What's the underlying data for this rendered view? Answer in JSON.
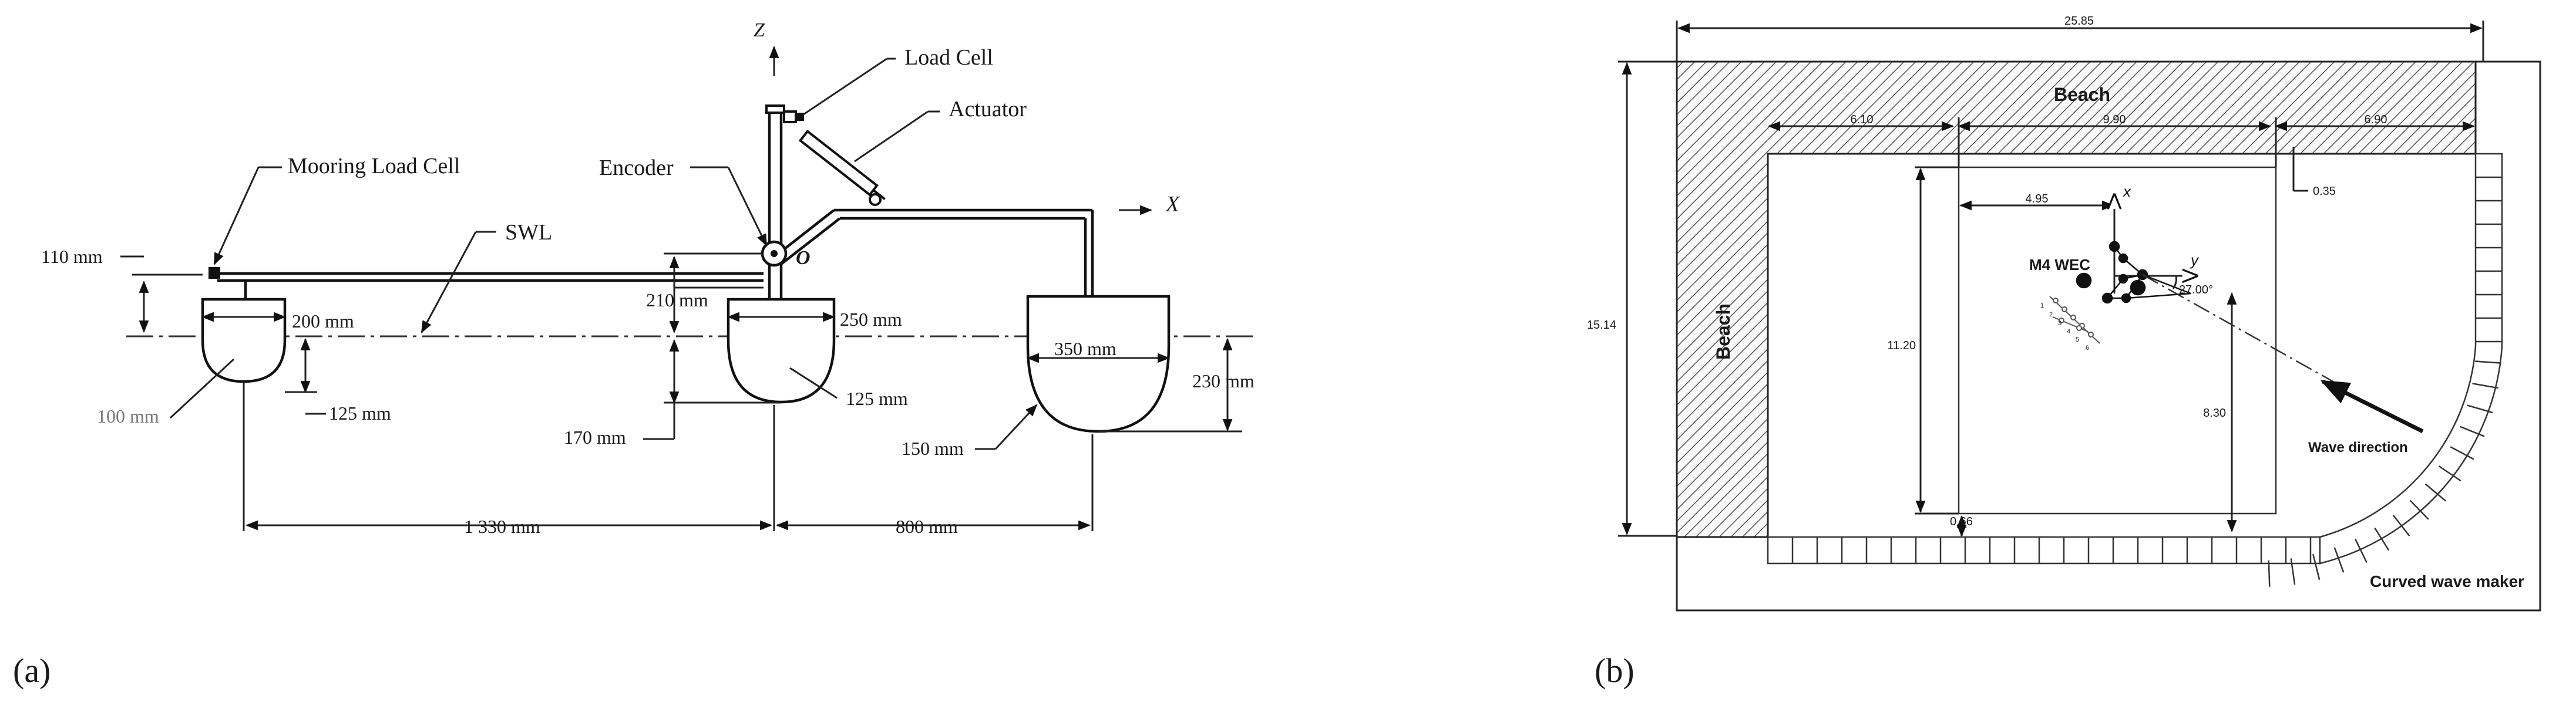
{
  "panel_a": {
    "caption": "(a)",
    "axis_z": "Z",
    "axis_x": "X",
    "origin": "O",
    "labels": {
      "load_cell": "Load Cell",
      "actuator": "Actuator",
      "mooring_load_cell": "Mooring Load Cell",
      "encoder": "Encoder",
      "swl": "SWL"
    },
    "dimensions": {
      "d110": "110 mm",
      "d200": "200 mm",
      "d100": "100 mm",
      "d125_left": "125 mm",
      "d210": "210 mm",
      "d250": "250 mm",
      "d125_mid": "125 mm",
      "d170": "170 mm",
      "d350": "350 mm",
      "d230": "230 mm",
      "d150": "150 mm",
      "d1330": "1 330 mm",
      "d800": "800 mm"
    }
  },
  "panel_b": {
    "caption": "(b)",
    "labels": {
      "beach_top": "Beach",
      "beach_left": "Beach",
      "m4_wec": "M4 WEC",
      "wave_direction": "Wave direction",
      "curved_wave_maker": "Curved wave maker",
      "axis_x": "x",
      "axis_y": "y"
    },
    "dimensions": {
      "d25_85": "25.85",
      "d15_14": "15.14",
      "d6_10": "6.10",
      "d9_90": "9.90",
      "d6_90": "6.90",
      "d0_35": "0.35",
      "d4_95": "4.95",
      "d11_20": "11.20",
      "d8_30": "8.30",
      "d0_66": "0.66",
      "angle": "27.00°"
    },
    "buoy_labels": [
      "1",
      "2",
      "3",
      "4",
      "5",
      "6"
    ]
  }
}
